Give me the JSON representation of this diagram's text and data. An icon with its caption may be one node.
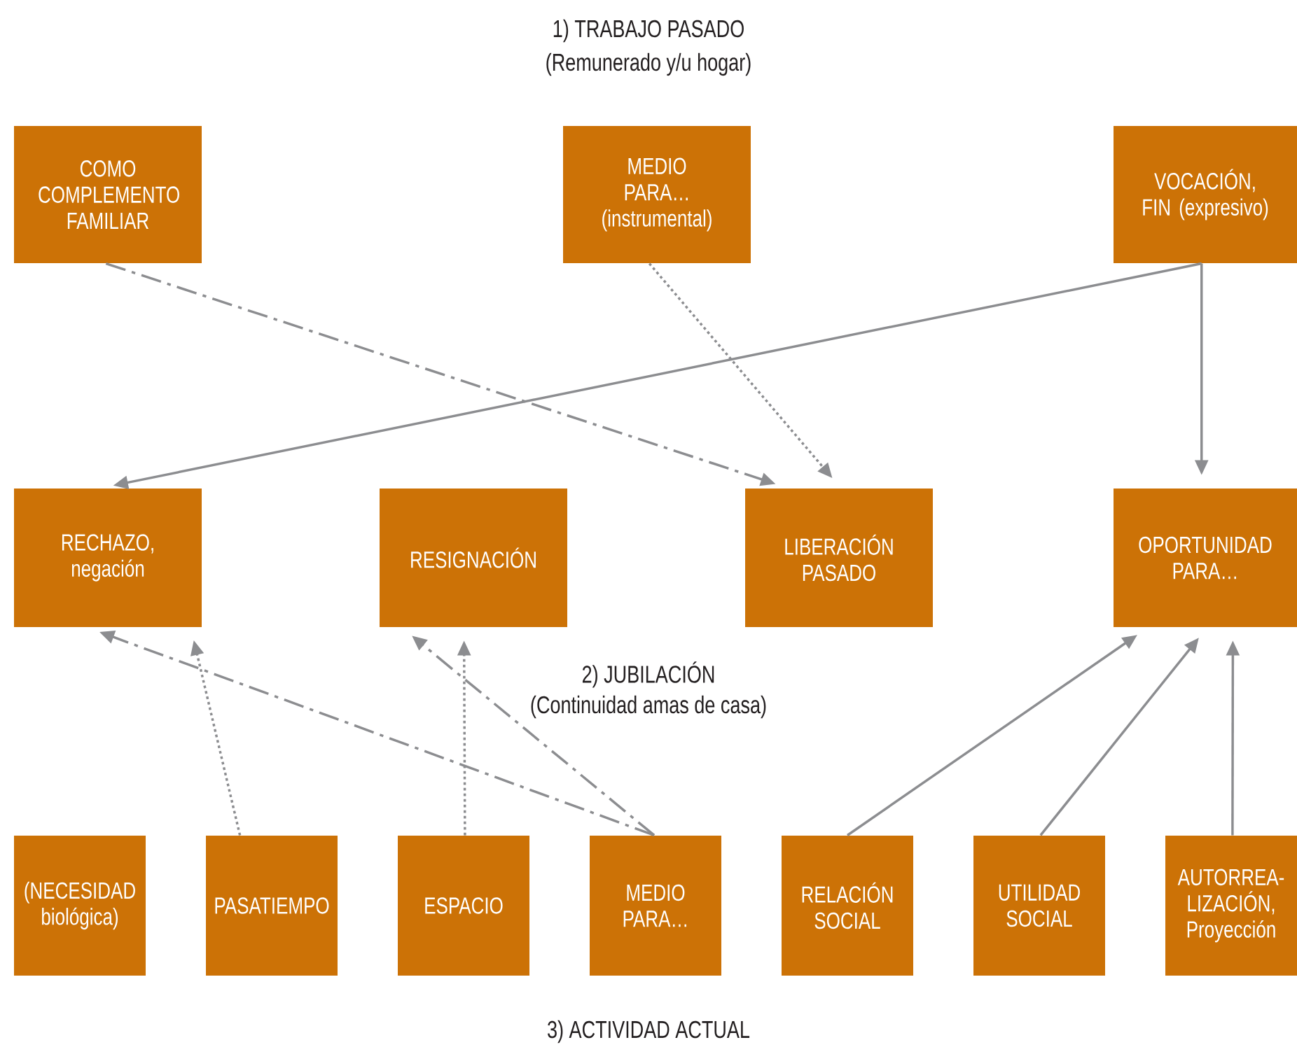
{
  "diagram": {
    "nodes": [
      {
        "text": [
          "COMO COMPLEMENTO FAMILIAR"
        ]
      },
      {
        "text": [
          "MEDIO PARA… (instrumental)"
        ]
      },
      {
        "text": [
          "VOCACIÓN, FIN (expresivo)"
        ]
      },
      {
        "text": [
          "RECHAZO, negación"
        ]
      },
      {
        "text": [
          "RESIGNACIÓN"
        ]
      },
      {
        "text": [
          "LIBERACIÓN PASADO"
        ]
      },
      {
        "text": [
          "OPORTUNIDAD PARA…"
        ]
      },
      {
        "text": [
          "(NECESIDAD biológica)"
        ]
      },
      {
        "text": [
          "PASATIEMPO"
        ]
      },
      {
        "text": [
          "ESPACIO"
        ]
      },
      {
        "text": [
          "MEDIO PARA…"
        ]
      },
      {
        "text": [
          "RELACIÓN SOCIAL"
        ]
      },
      {
        "text": [
          "UTILIDAD SOCIAL"
        ]
      },
      {
        "text": [
          "AUTORREA- LIZACIÓN, Proyección"
        ]
      }
    ],
    "edges": [
      {
        "from": 0,
        "to": 5,
        "arrow": "to",
        "style": "dashed"
      },
      {
        "from": 1,
        "to": 5,
        "arrow": "to",
        "style": "dashed"
      },
      {
        "from": 2,
        "to": 3,
        "arrow": "to"
      },
      {
        "from": 2,
        "to": 6,
        "arrow": "to"
      },
      {
        "from": 10,
        "to": 3,
        "arrow": "to",
        "style": "dashed"
      },
      {
        "from": 8,
        "to": 3,
        "arrow": "to",
        "style": "dashed"
      },
      {
        "from": 10,
        "to": 4,
        "arrow": "to",
        "style": "dashed"
      },
      {
        "from": 9,
        "to": 4,
        "arrow": "to",
        "style": "dashed"
      },
      {
        "from": 11,
        "to": 6,
        "arrow": "to"
      },
      {
        "from": 12,
        "to": 6,
        "arrow": "to"
      },
      {
        "from": 13,
        "to": 6,
        "arrow": "to"
      }
    ],
    "labels": [
      "1) TRABAJO PASADO",
      "(Remunerado y/u hogar)",
      "2) JUBILACIÓN",
      "(Continuidad amas de casa)",
      "3) ACTIVIDAD ACTUAL"
    ]
  }
}
